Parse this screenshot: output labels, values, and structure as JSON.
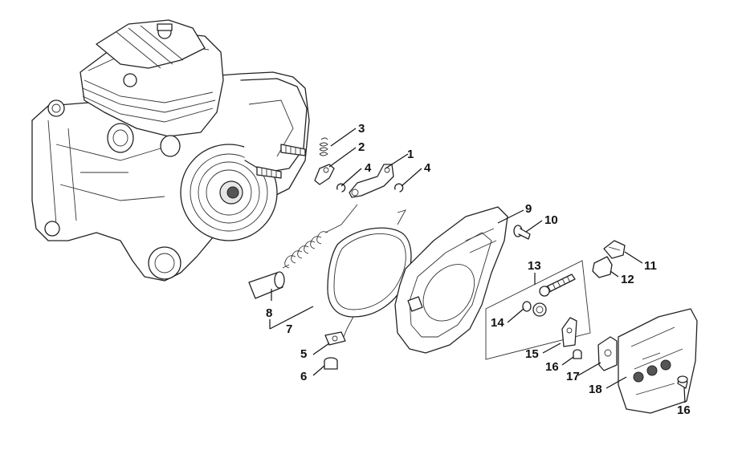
{
  "labels": {
    "l1": "1",
    "l2": "2",
    "l3": "3",
    "l4a": "4",
    "l4b": "4",
    "l5": "5",
    "l6": "6",
    "l7": "7",
    "l8": "8",
    "l9": "9",
    "l10": "10",
    "l11": "11",
    "l12": "12",
    "l13": "13",
    "l14": "14",
    "l15": "15",
    "l16a": "16",
    "l16b": "16",
    "l17": "17",
    "l18": "18"
  }
}
